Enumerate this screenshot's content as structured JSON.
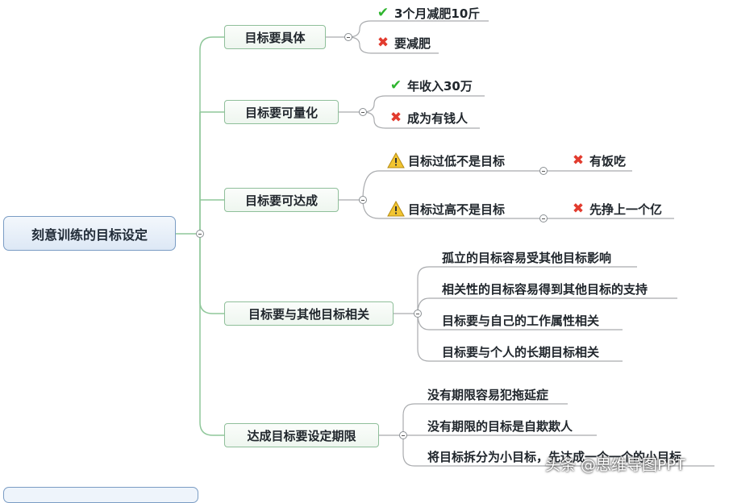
{
  "root": "刻意训练的目标设定",
  "branches": [
    {
      "label": "目标要具体",
      "items": [
        "3个月减肥10斤",
        "要减肥"
      ]
    },
    {
      "label": "目标要可量化",
      "items": [
        "年收入30万",
        "成为有钱人"
      ]
    },
    {
      "label": "目标要可达成",
      "items": [
        "目标过低不是目标",
        "目标过高不是目标"
      ],
      "sub": [
        "有饭吃",
        "先挣上一个亿"
      ]
    },
    {
      "label": "目标要与其他目标相关",
      "items": [
        "孤立的目标容易受其他目标影响",
        "相关性的目标容易得到其他目标的支持",
        "目标要与自己的工作属性相关",
        "目标要与个人的长期目标相关"
      ]
    },
    {
      "label": "达成目标要设定期限",
      "items": [
        "没有期限容易犯拖延症",
        "没有期限的目标是自欺欺人",
        "将目标拆分为小目标，先达成一个一个的小目标"
      ]
    }
  ],
  "icons": {
    "good": "check-icon",
    "bad": "cross-icon",
    "warning": "warning-icon"
  },
  "colors": {
    "connector": "#8fc79a",
    "leaf_line": "#a9abae",
    "check": "#2fb52f",
    "cross": "#e23b2e"
  },
  "watermark": "头条 @思维导图PPT"
}
